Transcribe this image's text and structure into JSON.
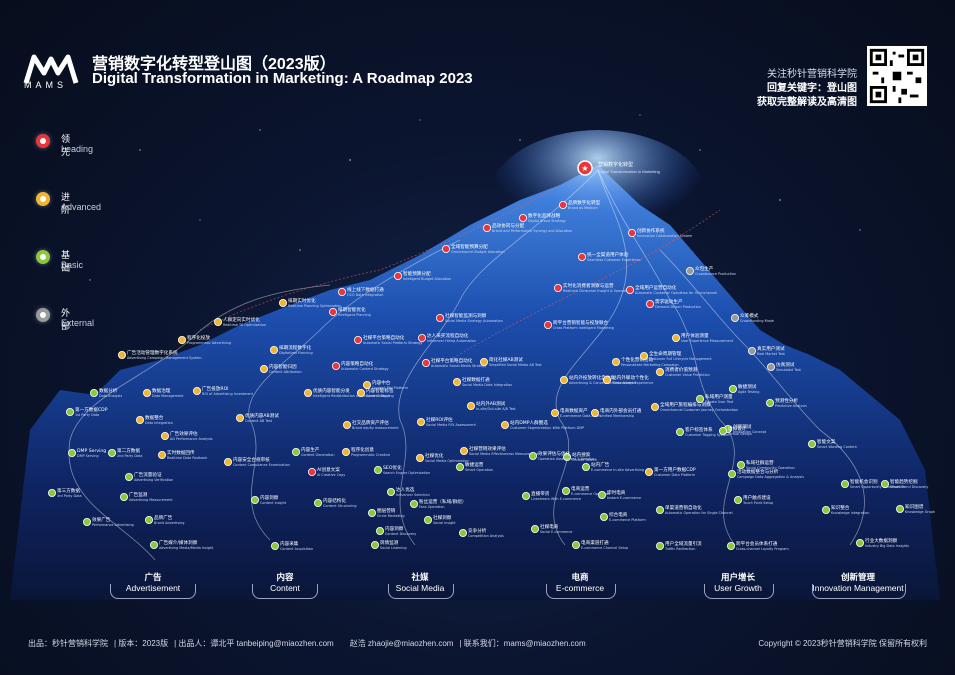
{
  "header": {
    "brand": "MAMS",
    "title_cn": "营销数字化转型登山图（2023版）",
    "title_en": "Digital Transformation in Marketing: A Roadmap 2023",
    "qr_line1": "关注秒针营销科学院",
    "qr_line2": "回复关键字：登山图",
    "qr_line3": "获取完整解读及高清图"
  },
  "legend": [
    {
      "cn": "领先",
      "en": "Leading",
      "color": "#e8363b"
    },
    {
      "cn": "进阶",
      "en": "Advanced",
      "color": "#f2b530"
    },
    {
      "cn": "基础",
      "en": "Basic",
      "color": "#8bc93a"
    },
    {
      "cn": "外部",
      "en": "External",
      "color": "#9a9a9a"
    }
  ],
  "summit": {
    "cn": "营销数字化转型",
    "en": "Digital Transformation in Marketing"
  },
  "categories": [
    {
      "cn": "广告",
      "en": "Advertisement"
    },
    {
      "cn": "内容",
      "en": "Content"
    },
    {
      "cn": "社媒",
      "en": "Social Media"
    },
    {
      "cn": "电商",
      "en": "E-commerce"
    },
    {
      "cn": "用户增长",
      "en": "User Growth"
    },
    {
      "cn": "创新管理",
      "en": "Innovation Management"
    }
  ],
  "nodes": [
    {
      "cn": "品牌数字化转型",
      "en": "Brand as Medium",
      "level": "red"
    },
    {
      "cn": "数字化品牌战略",
      "en": "Digital Brand Strategy",
      "level": "red"
    },
    {
      "cn": "品效协同与分配",
      "en": "Brand and Performance Synergy and Allocation",
      "level": "red"
    },
    {
      "cn": "全域智能预算分配",
      "en": "Omnichannel Budget Allocation",
      "level": "red"
    },
    {
      "cn": "创新协作系统",
      "en": "Innovation Collaboration System",
      "level": "red"
    },
    {
      "cn": "统一全渠道用户体验",
      "en": "Seamless Customer Experience",
      "level": "red"
    },
    {
      "cn": "需求驱动生产",
      "en": "Demand Driven Production",
      "level": "red"
    },
    {
      "cn": "众包生产",
      "en": "Crowdsource Production",
      "level": "gray"
    },
    {
      "cn": "众筹模式",
      "en": "Crowdfunding Mode",
      "level": "gray"
    },
    {
      "cn": "智能预算分配",
      "en": "Intelligent Budget Allocation",
      "level": "red"
    },
    {
      "cn": "线上线下数据打通",
      "en": "O2O Data Integration",
      "level": "red"
    },
    {
      "cn": "排期实时优化",
      "en": "Realtime Planning Optimization",
      "level": "yellow"
    },
    {
      "cn": "排期智能优化",
      "en": "Intelligent Planning",
      "level": "red"
    },
    {
      "cn": "社媒智能监测与洞察",
      "en": "Social Media Strategy Automation",
      "level": "red"
    },
    {
      "cn": "实时化消费者洞察与运营",
      "en": "Realtime Consumer Insight & Operation",
      "level": "red"
    },
    {
      "cn": "全域用户运营自动化",
      "en": "Automatic Customer Operation for Omnichannel",
      "level": "red"
    },
    {
      "cn": "人群定向实时优化",
      "en": "Realtime TA Optimization",
      "level": "yellow"
    },
    {
      "cn": "跨平台营销智能与投放联合",
      "en": "Cross Platform Intelligent Marketing",
      "level": "red"
    },
    {
      "cn": "社媒平台策略自动化",
      "en": "Automatic Social Platform Strategy",
      "level": "red"
    },
    {
      "cn": "达人采买流程自动化",
      "en": "Influencer Hiring Automation",
      "level": "red"
    },
    {
      "cn": "用户体验测量",
      "en": "User Experience Measurement",
      "level": "yellow"
    },
    {
      "cn": "真实用户测试",
      "en": "Real Market Test",
      "level": "gray"
    },
    {
      "cn": "仿真测试",
      "en": "Simulated Test",
      "level": "gray"
    },
    {
      "cn": "程序化投放",
      "en": "Programmatic Advertising",
      "level": "yellow"
    },
    {
      "cn": "广告活动管理数字化系统",
      "en": "Advertising Campaign Management System",
      "level": "yellow"
    },
    {
      "cn": "排期流程数字化",
      "en": "Digitalized Planning",
      "level": "yellow"
    },
    {
      "cn": "内容策略自动化",
      "en": "Automatic Content Strategy",
      "level": "red"
    },
    {
      "cn": "社媒平台策略自动化",
      "en": "Automatic Social Media Strategy",
      "level": "red"
    },
    {
      "cn": "内容中台",
      "en": "Content Mid Platform",
      "level": "yellow"
    },
    {
      "cn": "简化社媒AB测试",
      "en": "Simplified Social Media AB Test",
      "level": "yellow"
    },
    {
      "cn": "个性化营销活动",
      "en": "Personalized Marketing Campaign",
      "level": "yellow"
    },
    {
      "cn": "全生命周期管理",
      "en": "Customer Full Lifecycle Management",
      "level": "yellow"
    },
    {
      "cn": "消费者价值预测",
      "en": "Customer Value Prediction",
      "level": "yellow"
    },
    {
      "cn": "数据分析",
      "en": "Data Analysis",
      "level": "green"
    },
    {
      "cn": "数据治理",
      "en": "Data Management",
      "level": "yellow"
    },
    {
      "cn": "广告投放ROI",
      "en": "ROI of Advertising Investment",
      "level": "yellow"
    },
    {
      "cn": "内容智能归因",
      "en": "Content Attribution",
      "level": "yellow"
    },
    {
      "cn": "优质内容智能分发",
      "en": "Intelligent Redistribution of Premium Content",
      "level": "yellow"
    },
    {
      "cn": "内容智能标签",
      "en": "Content Tagging",
      "level": "yellow"
    },
    {
      "cn": "社媒数据打通",
      "en": "Social Media Data Integration",
      "level": "yellow"
    },
    {
      "cn": "站内外投放转化自动化",
      "en": "Advertising & Conversion Data Analysis",
      "level": "yellow"
    },
    {
      "cn": "站内外联动个性化",
      "en": "Personalized Experience",
      "level": "yellow"
    },
    {
      "cn": "敏捷测试",
      "en": "Agile Testing",
      "level": "green"
    },
    {
      "cn": "预测性分析",
      "en": "Predictive Analysis",
      "level": "green"
    },
    {
      "cn": "第一方数据CDP",
      "en": "1st Party Data",
      "level": "green"
    },
    {
      "cn": "数据整合",
      "en": "Data Integration",
      "level": "yellow"
    },
    {
      "cn": "广告效果评估",
      "en": "AD Performance Analysis",
      "level": "yellow"
    },
    {
      "cn": "优质内容AB测试",
      "en": "Content AB Test",
      "level": "yellow"
    },
    {
      "cn": "社媒ROI评估",
      "en": "Social Media ROI Assessment",
      "level": "yellow"
    },
    {
      "cn": "站内外AB测试",
      "en": "In-site/Out-site A/B Test",
      "level": "yellow"
    },
    {
      "cn": "站内DMP人群圈选",
      "en": "Customer Segmentation With Platform DMP",
      "level": "yellow"
    },
    {
      "cn": "电商数据资产",
      "en": "E-commerce Data Asset",
      "level": "yellow"
    },
    {
      "cn": "电商内外部会员打通",
      "en": "Unified Membership",
      "level": "yellow"
    },
    {
      "cn": "全域用户旅程编排与洞察",
      "en": "Omnichannel Customer Journey Orchestration",
      "level": "yellow"
    },
    {
      "cn": "私域用户测量",
      "en": "Private User Test",
      "level": "green"
    },
    {
      "cn": "创新测试",
      "en": "Innovation Concept",
      "level": "green"
    },
    {
      "cn": "DMP Serving",
      "en": "DMP Serving",
      "level": "green"
    },
    {
      "cn": "第二方数据",
      "en": "2nd Party Data",
      "level": "green"
    },
    {
      "cn": "实时数据回传",
      "en": "Realtime Data Postback",
      "level": "yellow"
    },
    {
      "cn": "内容安全合规审核",
      "en": "Content Compliance Examination",
      "level": "yellow"
    },
    {
      "cn": "内容生产",
      "en": "Content Generation",
      "level": "green"
    },
    {
      "cn": "AI创意文案",
      "en": "AI Creative Copy",
      "level": "red"
    },
    {
      "cn": "程序化创意",
      "en": "Programmatic Creative",
      "level": "yellow"
    },
    {
      "cn": "社交品牌资产评估",
      "en": "Brand equity measurement",
      "level": "yellow"
    },
    {
      "cn": "社媒优化",
      "en": "Social Media Optimization",
      "level": "yellow"
    },
    {
      "cn": "社媒营销效果评估",
      "en": "Social Media Effectiveness Measurement",
      "level": "yellow"
    },
    {
      "cn": "站内搜索",
      "en": "On-site Search",
      "level": "green"
    },
    {
      "cn": "站内广告",
      "en": "E-commerce In-site Advertising",
      "level": "green"
    },
    {
      "cn": "第一方用户数据CDP",
      "en": "Customer Data Platform",
      "level": "yellow"
    },
    {
      "cn": "私域社群运营",
      "en": "Social Community Operation",
      "level": "green"
    },
    {
      "cn": "虚拟设计",
      "en": "Virtual Design",
      "level": "green"
    },
    {
      "cn": "智能文案",
      "en": "Smart Wording Content",
      "level": "green"
    },
    {
      "cn": "第三方数据",
      "en": "3rd Party Data",
      "level": "green"
    },
    {
      "cn": "广告流量验证",
      "en": "Advertising Verification",
      "level": "green"
    },
    {
      "cn": "广告监测",
      "en": "Advertising Measurement",
      "level": "green"
    },
    {
      "cn": "品牌广告",
      "en": "Brand Advertising",
      "level": "green"
    },
    {
      "cn": "效果广告",
      "en": "Performance Advertising",
      "level": "green"
    },
    {
      "cn": "广告媒介/媒体洞察",
      "en": "Advertising Media/Media Insight",
      "level": "green"
    },
    {
      "cn": "内容洞察",
      "en": "Content Insight",
      "level": "green"
    },
    {
      "cn": "内容采集",
      "en": "Content Acquisition",
      "level": "green"
    },
    {
      "cn": "内容结构化",
      "en": "Content Structuring",
      "level": "green"
    },
    {
      "cn": "SEO优化",
      "en": "Search Engine Optimization",
      "level": "green"
    },
    {
      "cn": "达人优选",
      "en": "Influencer Selection",
      "level": "green"
    },
    {
      "cn": "圈层营销",
      "en": "Circle Marketing",
      "level": "green"
    },
    {
      "cn": "内容洞察",
      "en": "Content Discovery",
      "level": "green"
    },
    {
      "cn": "社媒洞察",
      "en": "Social Insight",
      "level": "green"
    },
    {
      "cn": "竞争分析",
      "en": "Competition Analysis",
      "level": "green"
    },
    {
      "cn": "粉丝运营（私域/群组）",
      "en": "Fans Operation",
      "level": "green"
    },
    {
      "cn": "敏捷运营",
      "en": "Smart Operation",
      "level": "green"
    },
    {
      "cn": "舆情监测",
      "en": "Social Listening",
      "level": "green"
    },
    {
      "cn": "直播带货",
      "en": "Livestream With E-commerce",
      "level": "green"
    },
    {
      "cn": "电商运营",
      "en": "E-commerce Operation",
      "level": "green"
    },
    {
      "cn": "即时电商",
      "en": "Instant E-commerce",
      "level": "green"
    },
    {
      "cn": "综合电商",
      "en": "E-commerce Platform",
      "level": "green"
    },
    {
      "cn": "社媒电商",
      "en": "Social E-commerce",
      "level": "green"
    },
    {
      "cn": "电商渠道打通",
      "en": "E-commerce Channel Setup",
      "level": "green"
    },
    {
      "cn": "单渠道营销自动化",
      "en": "Automatic Operation for Single Channel",
      "level": "green"
    },
    {
      "cn": "用户触点建设",
      "en": "Touch Point Setup",
      "level": "green"
    },
    {
      "cn": "用户全域流量引流",
      "en": "Traffic Redirection",
      "level": "green"
    },
    {
      "cn": "跨平台会员体系打通",
      "en": "Cross-channel Loyalty Program",
      "level": "green"
    },
    {
      "cn": "智能机会识别",
      "en": "Smart Opportunity Identification",
      "level": "green"
    },
    {
      "cn": "智能趋势挖掘",
      "en": "Smart Trend Discovery",
      "level": "green"
    },
    {
      "cn": "知识图谱",
      "en": "Knowledge Graph",
      "level": "green"
    },
    {
      "cn": "知识整合",
      "en": "Knowledge Integration",
      "level": "green"
    },
    {
      "cn": "行业大数据洞察",
      "en": "Industry Big Data Insights",
      "level": "green"
    },
    {
      "cn": "活动数据整合与分析",
      "en": "Campaign Data Aggregation & Analysis",
      "level": "green"
    },
    {
      "cn": "客户标签体系",
      "en": "Customer Tagging System",
      "level": "green"
    },
    {
      "cn": "效果评估与优化",
      "en": "Operation Assessment & Iteration",
      "level": "green"
    }
  ],
  "footer": {
    "publisher": "出品：秒针营销科学院",
    "version": "版本：2023版",
    "authors": "出品人：谭北平 tanbeiping@miaozhen.com　　赵浩 zhaojie@miaozhen.com",
    "contact": "联系我们：mams@miaozhen.com",
    "copyright": "Copyright © 2023秒针营销科学院 保留所有权利"
  }
}
